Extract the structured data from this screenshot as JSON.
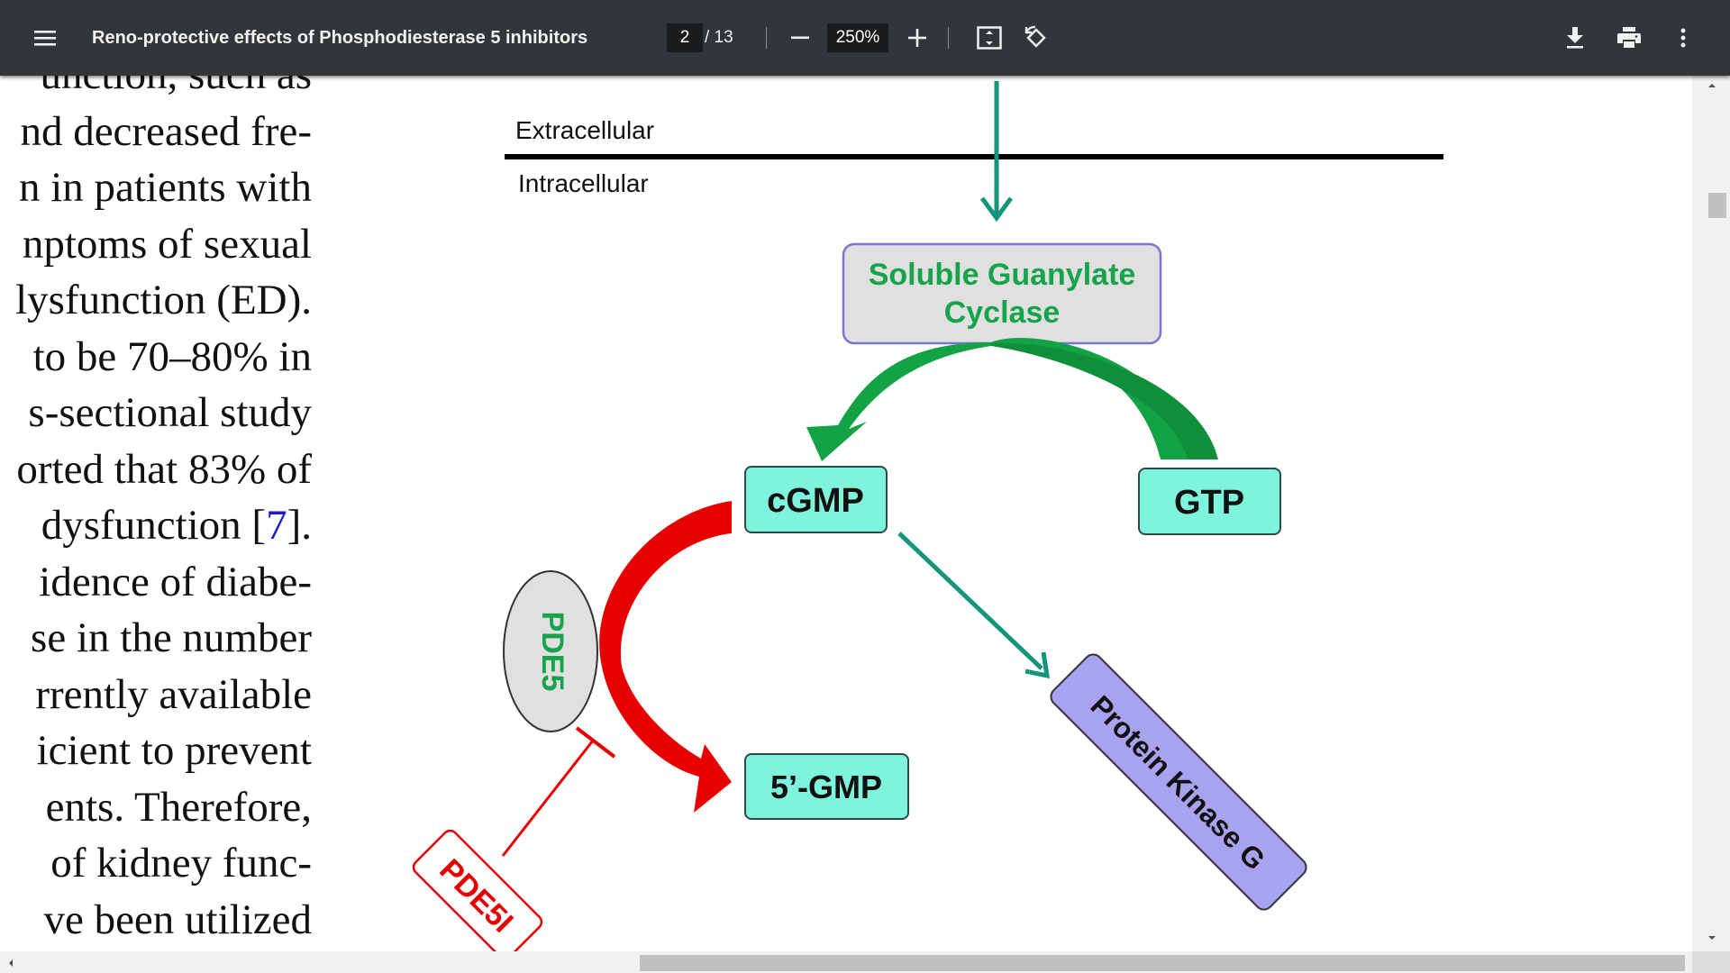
{
  "toolbar": {
    "title": "Reno-protective effects of Phosphodiesterase 5 inhibitors",
    "page_current": "2",
    "page_total": "/ 13",
    "zoom": "250%",
    "icons": {
      "menu": "menu-icon",
      "zoom_out": "minus-icon",
      "zoom_in": "plus-icon",
      "fit": "fit-to-page-icon",
      "rotate": "rotate-icon",
      "download": "download-icon",
      "print": "print-icon",
      "more": "more-vert-icon"
    }
  },
  "document": {
    "body_lines": [
      "unction, such as",
      "nd decreased fre-",
      "n in patients with",
      "nptoms of sexual",
      "lysfunction (ED).",
      "to be 70–80% in",
      "s-sectional study",
      "orted that 83% of",
      "dysfunction [",
      "idence of diabe-",
      "se in the number",
      "rrently available",
      "icient to prevent",
      "ents. Therefore,",
      "of kidney func-",
      "ve been utilized"
    ],
    "ref_label": "7",
    "ref_suffix": "]."
  },
  "figure": {
    "extracellular": "Extracellular",
    "intracellular": "Intracellular",
    "sgc_line1": "Soluble Guanylate",
    "sgc_line2": "Cyclase",
    "cgmp": "cGMP",
    "gtp": "GTP",
    "pde5": "PDE5",
    "gmp5": "5’-GMP",
    "pde5i": "PDE5I",
    "pkg": "Protein Kinase G",
    "colors": {
      "teal_arrow": "#14967a",
      "green_arrow": "#13a345",
      "red_arrow": "#e60000",
      "box_teal": "#7ef4dd",
      "sgc_fill": "#e0e0e0",
      "sgc_border": "#7b74d6",
      "sgc_text": "#16a44a",
      "pkg_fill": "#a7a3ee",
      "pde5_text": "#16a44a",
      "pde5i_text": "#e60000"
    }
  }
}
